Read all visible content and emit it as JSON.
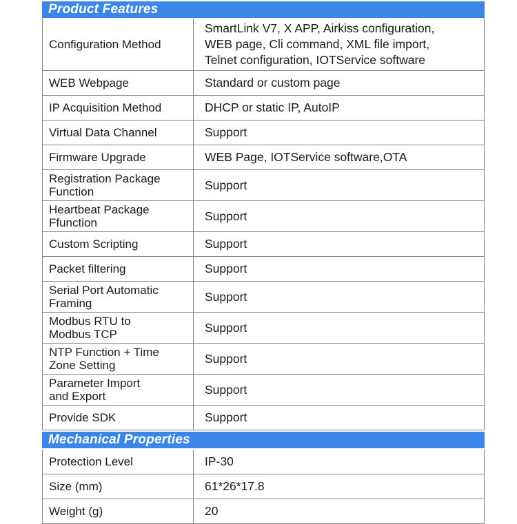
{
  "colors": {
    "header_bg": "#3b86e8",
    "header_text": "#ffffff",
    "border": "#898989"
  },
  "table": {
    "sections": [
      {
        "title": "Product Features",
        "rows": [
          {
            "label": "Configuration Method",
            "value": "SmartLink V7, X APP, Airkiss configuration,\nWEB page, Cli command, XML file import,\nTelnet configuration, IOTService software"
          },
          {
            "label": "WEB Webpage",
            "value": "Standard or custom page"
          },
          {
            "label": "IP Acquisition Method",
            "value": "DHCP or static IP, AutoIP"
          },
          {
            "label": "Virtual Data Channel",
            "value": "Support"
          },
          {
            "label": "Firmware Upgrade",
            "value": "WEB Page, IOTService software,OTA"
          },
          {
            "label": "Registration Package\nFunction",
            "value": "Support"
          },
          {
            "label": "Heartbeat Package\nFfunction",
            "value": "Support"
          },
          {
            "label": "Custom Scripting",
            "value": "Support"
          },
          {
            "label": "Packet filtering",
            "value": "Support"
          },
          {
            "label": "Serial Port Automatic\nFraming",
            "value": "Support"
          },
          {
            "label": "Modbus RTU to\nModbus TCP",
            "value": "Support"
          },
          {
            "label": "NTP Function + Time\nZone Setting",
            "value": "Support"
          },
          {
            "label": "Parameter Import\nand Export",
            "value": "Support"
          },
          {
            "label": "Provide SDK",
            "value": "Support"
          }
        ]
      },
      {
        "title": "Mechanical Properties",
        "rows": [
          {
            "label": "Protection Level",
            "value": "IP-30"
          },
          {
            "label": "Size (mm)",
            "value": "61*26*17.8"
          },
          {
            "label": "Weight (g)",
            "value": "20"
          }
        ]
      }
    ]
  }
}
